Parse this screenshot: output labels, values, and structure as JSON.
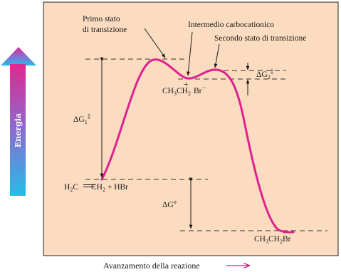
{
  "labels": {
    "ts1_line1": "Primo stato",
    "ts1_line2": "di transizione",
    "intermediate": "Intermedio carbocationico",
    "ts2": "Secondo stato di transizione",
    "carbocation_species": "CH",
    "carbocation_sub": "3",
    "carbocation_ch2": "CH",
    "carbocation_ch2_sub": "2",
    "carbocation_plus": "+",
    "carbocation_br": "Br",
    "carbocation_br_charge": "−",
    "dg2": "ΔG",
    "dg2_sub": "2",
    "dg2_sup": "‡",
    "dg1": "ΔG",
    "dg1_sub": "1",
    "dg1_sup": "‡",
    "dg0": "ΔG",
    "dg0_sup": "o",
    "reactants_h2c": "H",
    "reactants_h2c_sub": "2",
    "reactants_c": "C",
    "reactants_ch2": "CH",
    "reactants_ch2_sub": "2",
    "reactants_plus": " + HBr",
    "product_ch": "CH",
    "product_sub3": "3",
    "product_ch2": "CH",
    "product_sub2": "2",
    "product_br": "Br"
  },
  "axes": {
    "y_label": "Energia",
    "x_label": "Avanzamento della reazione"
  },
  "colors": {
    "panel_bg": "#fbdcc0",
    "curve": "#e0208f",
    "arrow_top": "#e0288f",
    "arrow_mid": "#8a6cd0",
    "arrow_bottom": "#22bde8",
    "x_arrow": "#d2207f"
  }
}
